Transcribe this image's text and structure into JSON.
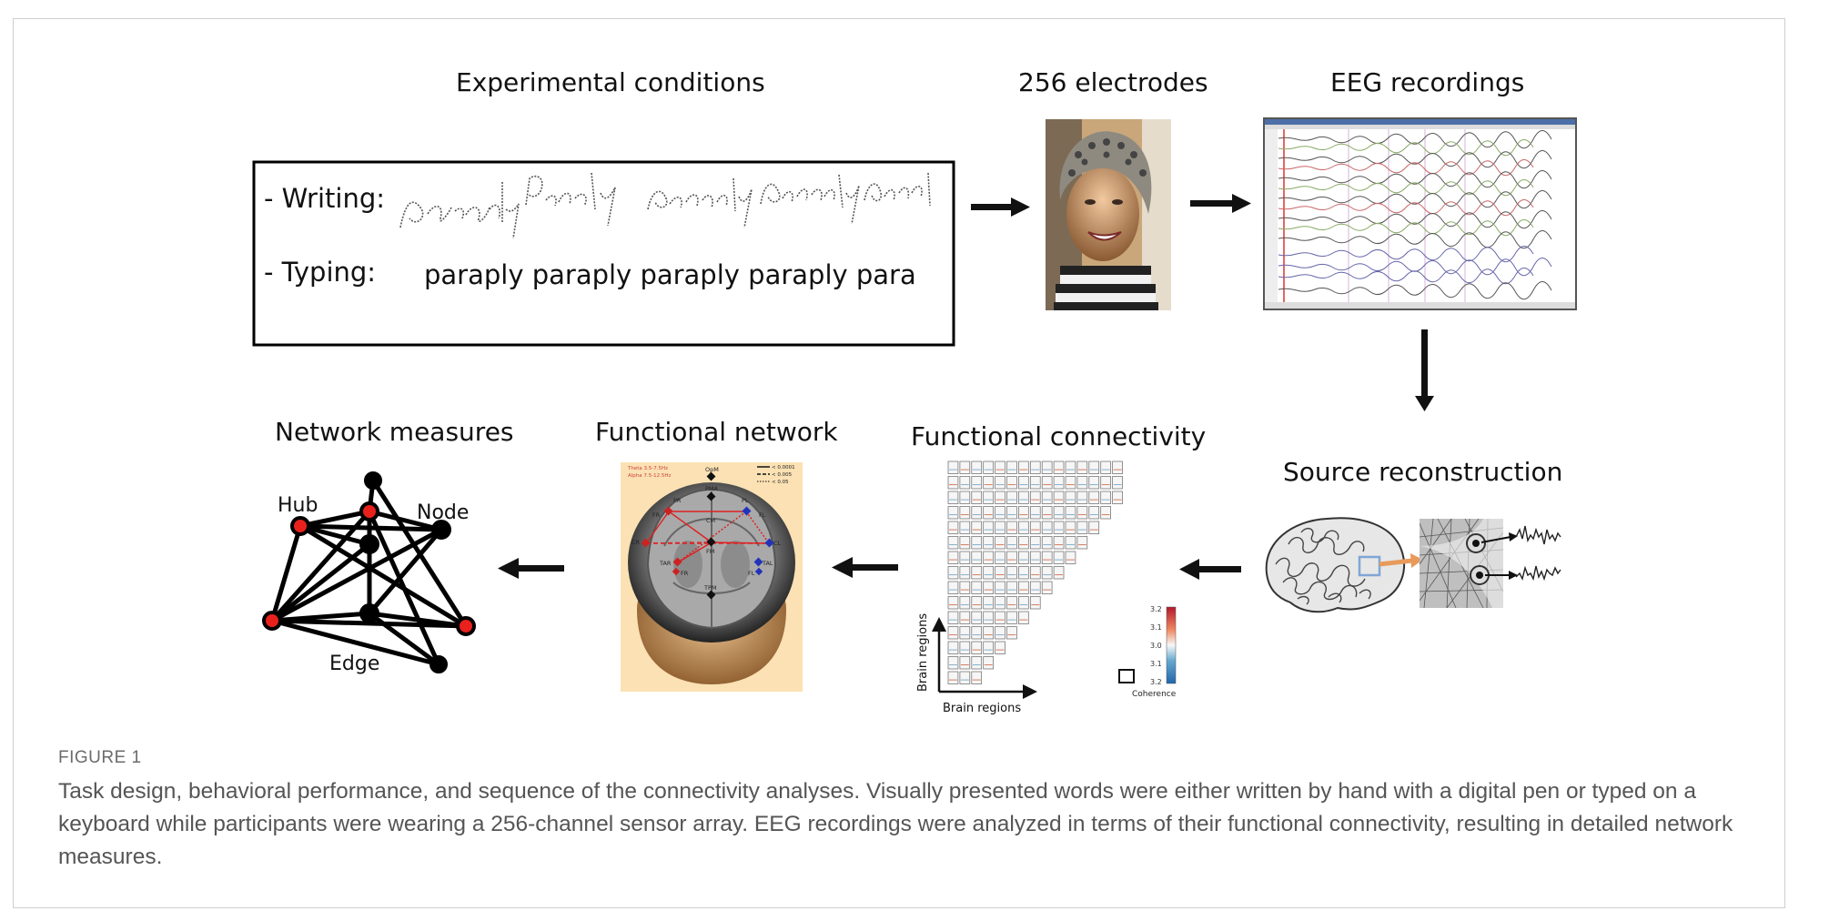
{
  "figure": {
    "panels": {
      "experimental_conditions": {
        "title": "Experimental conditions",
        "writing_label": "- Writing:",
        "typing_label": "- Typing:",
        "typing_text": "paraply paraply paraply paraply para"
      },
      "electrodes": {
        "title": "256 electrodes"
      },
      "eeg": {
        "title": "EEG recordings"
      },
      "source": {
        "title": "Source reconstruction"
      },
      "connectivity": {
        "title": "Functional connectivity",
        "y_axis_label": "Brain regions",
        "x_axis_label": "Brain regions",
        "colorbar_label": "Coherence",
        "colorbar_ticks": [
          "3.2",
          "3.1",
          "3.0",
          "3.1",
          "3.2"
        ]
      },
      "functional_network": {
        "title": "Functional network",
        "legend_left": [
          "Theta 3.5-7.5Hz",
          "Alpha 7.5-12.5Hz"
        ],
        "legend_right": [
          "< 0.0001",
          "< 0.005",
          "< 0.05"
        ],
        "regions": [
          "OpM",
          "PMA",
          "PR",
          "PL",
          "FR",
          "FL",
          "CM",
          "FM",
          "CR",
          "CL",
          "TAR",
          "TAL",
          "FR",
          "FL",
          "TPM"
        ]
      },
      "network_measures": {
        "title": "Network measures",
        "hub_label": "Hub",
        "node_label": "Node",
        "edge_label": "Edge"
      }
    },
    "colors": {
      "hub": "#e8211c",
      "node": "#000000",
      "border": "#cfcfcf",
      "caption": "#555555",
      "arrow": "#111111"
    },
    "caption": {
      "label": "FIGURE 1",
      "text": "Task design, behavioral performance, and sequence of the connectivity analyses. Visually presented words were either written by hand with a digital pen or typed on a keyboard while participants were wearing a 256-channel sensor array. EEG recordings were analyzed in terms of their functional connectivity, resulting in detailed network measures."
    }
  }
}
